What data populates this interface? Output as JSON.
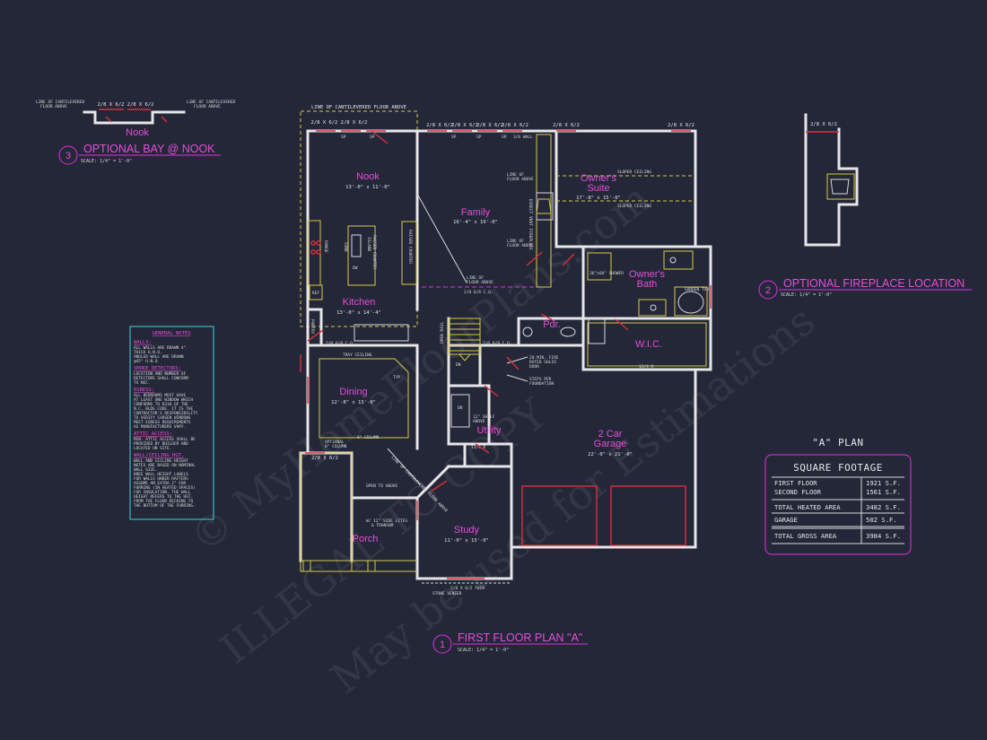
{
  "rooms": {
    "nook": {
      "name": "Nook",
      "size": "13'-0\" x 11'-0\""
    },
    "family": {
      "name": "Family",
      "size": "16'-4\" x 19'-0\""
    },
    "owners_suite": {
      "name1": "Owner's",
      "name2": "Suite",
      "size": "17'-8\" x 15'-0\""
    },
    "kitchen": {
      "name": "Kitchen",
      "size": "13'-0\" x 14'-4\""
    },
    "owners_bath": {
      "name1": "Owner's",
      "name2": "Bath"
    },
    "pdr": {
      "name": "Pdr."
    },
    "wic": {
      "name": "W.I.C."
    },
    "dining": {
      "name": "Dining",
      "size": "12'-8\" x 13'-0\""
    },
    "utility": {
      "name": "Utility"
    },
    "garage": {
      "name1": "2 Car",
      "name2": "Garage",
      "size": "22'-0\" x 21'-0\""
    },
    "porch": {
      "name": "Porch"
    },
    "study": {
      "name": "Study",
      "size": "11'-0\" x 13'-0\""
    },
    "bay_nook": {
      "name": "Nook"
    }
  },
  "titles": {
    "main": {
      "num": "1",
      "text": "FIRST FLOOR PLAN \"A\"",
      "scale": "SCALE: 1/4\" = 1'-0\""
    },
    "fireplace": {
      "num": "2",
      "text": "OPTIONAL FIREPLACE LOCATION",
      "scale": "SCALE: 1/4\" = 1'-0\""
    },
    "bay": {
      "num": "3",
      "text": "OPTIONAL BAY @ NOOK",
      "scale": "SCALE: 1/4\" = 1'-0\""
    }
  },
  "notes": {
    "cantilever_top": "LINE OF CANTILEVERED FLOOR ABOVE",
    "cantilever_left1": "LINE OF CANTILEVERED",
    "cantilever_left2": "FLOOR ABOVE",
    "window_262": "2/8 X 6/2",
    "window_262_pair": "2/8 X 6/2  2/8 X 6/2",
    "line_floor_above1": "LINE OF",
    "line_floor_above2": "FLOOR ABOVE",
    "sloped_ceiling": "SLOPED CEILING",
    "tray_ceiling": "TRAY CEILING",
    "open_to_above": "OPEN TO ABOVE",
    "side_lites1": "W/ 12\" SIDE LITES",
    "side_lites2": "& TRANSOM",
    "fire_door1": "20 MIN. FIRE",
    "fire_door2": "RATED SOLID",
    "fire_door3": "DOOR",
    "steps1": "STEPS PER",
    "steps2": "FOUNDATION",
    "stone_veneer": "STONE VENEER",
    "twin_window": "2/8 X 6/2 TWIN",
    "shelf_above1": "12\" SHELF",
    "shelf_above2": "ABOVE",
    "optional_column": "OPTIONAL",
    "column": "8\" COLUMN",
    "sink": "SINK",
    "range": "RANGE",
    "dw": "DW",
    "island": "ISLAND",
    "raised_counter": "RAISED COUNTER",
    "ref": "REF",
    "pantry": "PANTRY",
    "shower": "36\"x60\" SHOWER",
    "garden_tub": "GARDEN TUB",
    "open_rail": "OPEN RAIL",
    "dn": "DN",
    "dim_2080": "2/0 6/8 C.O.",
    "dim_2680": "2/6 6/8 C.O.",
    "dim_1364": "13/4 R",
    "wall_36": "3/6 WALL",
    "sp": "SP",
    "typ": "TYP.",
    "db": "DB",
    "fireplace_label": "DIRECT VENT FIREPLACE"
  },
  "general_notes": {
    "title": "GENERAL NOTES",
    "sections": [
      {
        "head": "WALLS:",
        "lines": [
          "ALL WALLS ARE DRAWN 4\"",
          "THICK U.N.O.",
          "ANGLED WALL ARE DRAWN",
          "@45° U.N.O."
        ]
      },
      {
        "head": "SMOKE DETECTORS:",
        "lines": [
          "LOCATION AND NUMBER OF",
          "DETECTORS SHALL CONFORM",
          "TO NEC."
        ]
      },
      {
        "head": "EGRESS:",
        "lines": [
          "ALL BEDROOMS MUST HAVE",
          "AT LEAST ONE WINDOW WHICH",
          "CONFORMS TO R310 OF THE",
          "N.C. BLDG CODE. IT IS THE",
          "CONTRACTOR'S RESPONSIBILITY",
          "TO VERIFY CHOSEN WINDOWS",
          "MEET EGRESS REQUIREMENTS",
          "AS MANUFACTURERS VARY."
        ]
      },
      {
        "head": "ATTIC ACCESS:",
        "lines": [
          "MIN. ATTIC ACCESS SHALL BE",
          "PROVIDED BY BUILDER AND",
          "LOCATED ON SITE."
        ]
      },
      {
        "head": "WALL/CEILING HGT.",
        "lines": [
          "WALL AND CEILING HEIGHT",
          "NOTES ARE BASED ON NOMINAL",
          "WALL SIZE.",
          "KNEE WALL HEIGHT LABELS",
          "FOR WALLS UNDER RAFTERS",
          "ASSUME AN EXTRA 2\" FOR",
          "FURRING (IN HEATED SPACES)",
          "FOR INSULATION. THE WALL",
          "HEIGHT REFERS TO THE HGT.",
          "FROM THE FLOOR DECKING TO",
          "THE BOTTOM OF THE FURRING."
        ]
      }
    ]
  },
  "square_footage": {
    "plan": "\"A\" PLAN",
    "heading": "SQUARE FOOTAGE",
    "rows": [
      {
        "label": "FIRST FLOOR",
        "value": "1921 S.F."
      },
      {
        "label": "SECOND FLOOR",
        "value": "1561 S.F."
      },
      {
        "label": "TOTAL HEATED AREA",
        "value": "3482 S.F."
      },
      {
        "label": "GARAGE",
        "value": "502 S.F."
      },
      {
        "label": "TOTAL GROSS AREA",
        "value": "3984 S.F."
      }
    ]
  },
  "watermark": {
    "line1": "© MyHomeFloorPlans.com",
    "line2": "ILLEGAL TO COPY",
    "line3": "May be used for Estimations"
  },
  "colors": {
    "background": "#232737",
    "walls": "#e6e6ea",
    "labels": "#e64ed8",
    "notes_box": "#42d4e0",
    "fixtures": "#d8c84a",
    "doors": "#d8303c"
  }
}
